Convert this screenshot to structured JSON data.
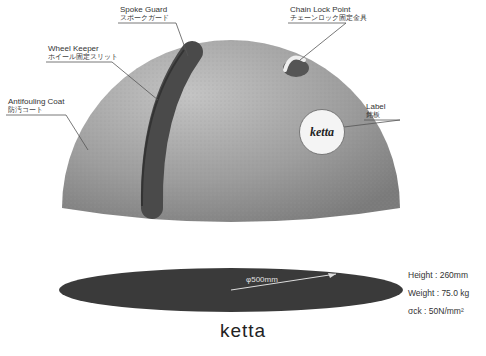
{
  "diagram": {
    "caption": "ketta",
    "nodes": [
      {
        "text": [
          "ketta"
        ]
      }
    ],
    "labels": [
      "Spoke Guard",
      "スポークガード",
      "Chain Lock Point",
      "チェーンロック固定金具",
      "Wheel Keeper",
      "ホイール固定スリット",
      "Antifouling Coat",
      "防汚コート",
      "Label",
      "銘板",
      "Height : 260mm",
      "Weight : 75.0 kg",
      "σck : 50N/mm²",
      "φ500mm"
    ]
  }
}
